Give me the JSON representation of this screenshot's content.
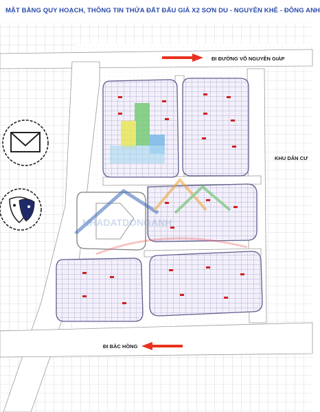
{
  "title": "MẶT BẰNG QUY HOẠCH, THÔNG TIN THỬA ĐẤT ĐẤU GIÁ X2 SƠN DU - NGUYÊN KHÊ - ĐÔNG ANH",
  "labels": {
    "direction_top": "ĐI ĐƯỜNG VÕ NGUYÊN GIÁP",
    "direction_bottom": "ĐI BẮC HỒNG",
    "residential_area": "KHU DÂN CƯ"
  },
  "watermark": "NHADATDONGANH",
  "colors": {
    "title": "#2a4aa8",
    "arrow": "#e8321e",
    "lot_border": "#6a6a9a",
    "lot_fill": "#f4f1ff",
    "price_red": "#d02020",
    "highlight_green": "#77cc77",
    "highlight_yellow": "#e8e85a",
    "highlight_blue": "#7ab8e8"
  },
  "icons": [
    "arrow-right-icon",
    "arrow-left-icon",
    "mail-envelope-icon",
    "theater-mask-icon",
    "house-logo-icon"
  ]
}
